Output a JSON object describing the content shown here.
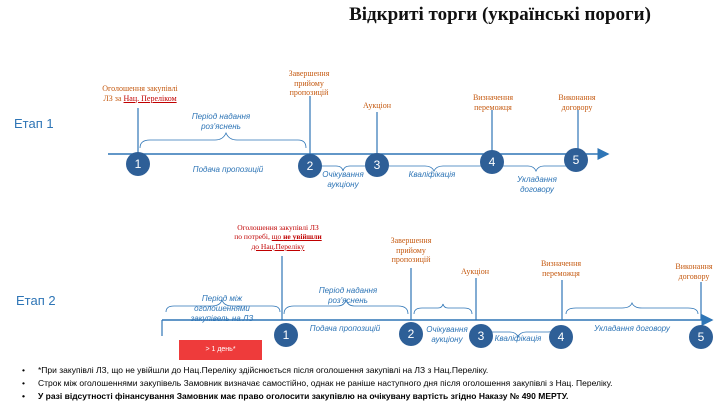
{
  "title": "Відкриті торги (українські пороги)",
  "stage1": {
    "label": "Етап 1",
    "events": {
      "announce": {
        "line1": "Оголошення закупівлі",
        "line2_a": "ЛЗ  за ",
        "line2_b": "Нац. Переліком"
      },
      "proposals_end": {
        "line1": "Завершення",
        "line2": "прийому",
        "line3": "пропозицій"
      },
      "auction": "Аукціон",
      "winner": {
        "line1": "Визначення",
        "line2": "переможця"
      },
      "contract_exec": {
        "line1": "Виконання",
        "line2": "договору"
      }
    },
    "periods": {
      "clarifications": {
        "line1": "Період надання",
        "line2": "роз'яснень"
      },
      "submission": "Подача пропозицій",
      "auction_wait": {
        "line1": "Очікування",
        "line2": "аукціону"
      },
      "qualification": "Кваліфікація",
      "contract_sign": {
        "line1": "Укладання",
        "line2": "договору"
      }
    },
    "milestones": [
      "1",
      "2",
      "3",
      "4",
      "5"
    ]
  },
  "stage2": {
    "label": "Етап 2",
    "events": {
      "announce": {
        "line1": "Оголошення закупівлі ЛЗ",
        "line2_a": "по потребі, ",
        "line2_b": "що ",
        "line2_c": "не увійшли",
        "line3": "до Нац.Переліку"
      },
      "proposals_end": {
        "line1": "Завершення",
        "line2": "прийому",
        "line3": "пропозицій"
      },
      "auction": "Аукціон",
      "winner": {
        "line1": "Визначення",
        "line2": "переможця"
      },
      "contract_exec": {
        "line1": "Виконання",
        "line2": "договору"
      }
    },
    "periods": {
      "between": {
        "line1": "Період між",
        "line2": "оголошеннями",
        "line3": "закупівель на ЛЗ"
      },
      "clarifications": {
        "line1": "Період надання",
        "line2": "роз'яснень"
      },
      "submission": "Подача пропозицій",
      "auction_wait": {
        "line1": "Очікування",
        "line2": "аукціону"
      },
      "qualification": "Кваліфікація",
      "contract_sign": "Укладання договору"
    },
    "min_gap_box": "> 1 день*",
    "milestones": [
      "1",
      "2",
      "3",
      "4",
      "5"
    ]
  },
  "notes": [
    "*При закупівлі ЛЗ, що не увійшли до Нац.Переліку здійснюється після  оголошення  закупівлі на ЛЗ з Нац.Переліку.",
    "Строк між оголошеннями закупівель Замовник визначає самостійно, однак не раніше наступного дня після оголошення закупівлі з Нац. Переліку.",
    "У разі відсутності фінансування Замовник має право оголосити закупівлю на очікувану вартість згідно Наказу № 490 МЕРТУ."
  ],
  "bullet": "•",
  "colors": {
    "timeline": "#2e75b6",
    "milestone": "#2e5f97",
    "event": "#c55a11",
    "warning": "#ee3b3b"
  }
}
